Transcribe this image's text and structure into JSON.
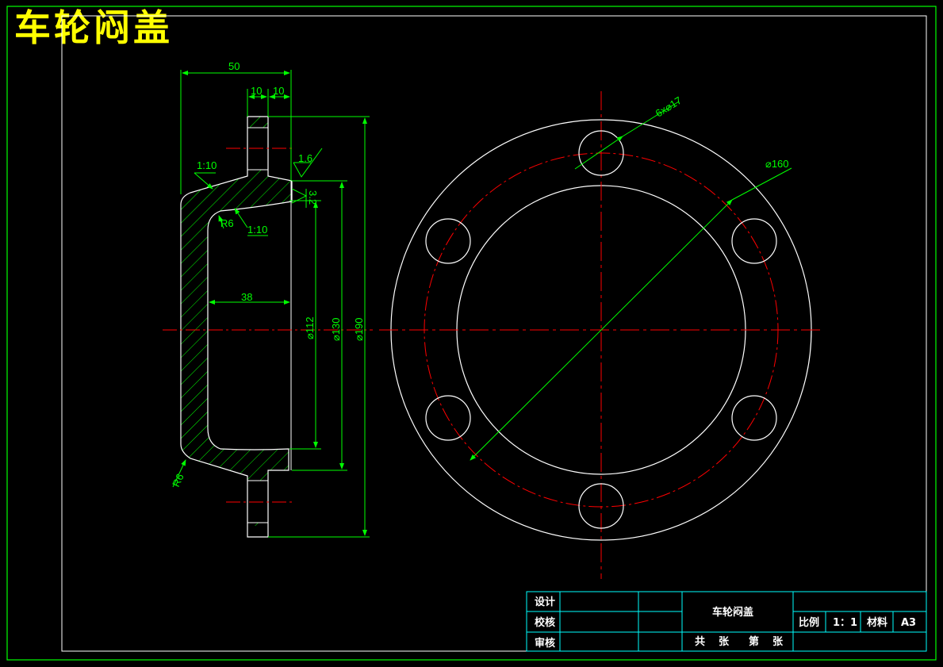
{
  "title": "车轮闷盖",
  "colors": {
    "background": "#000000",
    "frame": "#00ff00",
    "object": "#ffffff",
    "dimension": "#00ff00",
    "centerline": "#ff0000",
    "title_text": "#ffff00",
    "title_block": "#00ffff"
  },
  "section_view": {
    "dimensions": {
      "overall_length": "50",
      "flange_thickness_1": "10",
      "flange_thickness_2": "10",
      "inner_depth": "38",
      "bore_dia": "⌀112",
      "spigot_dia": "⌀130",
      "flange_dia": "⌀190",
      "taper_1": "1:10",
      "taper_2": "1:10",
      "fillet_1": "R6",
      "fillet_2": "R6",
      "roughness": "1.6",
      "roughness_2": "3.2"
    }
  },
  "front_view": {
    "hole_callout": "6x⌀17",
    "pitch_circle": "⌀160"
  },
  "title_block": {
    "design": "设计",
    "check": "校核",
    "review": "审核",
    "part_name": "车轮闷盖",
    "total_sheets": "共",
    "sheets_unit_1": "张",
    "sheet_no": "第",
    "sheets_unit_2": "张",
    "scale_label": "比例",
    "scale_value": "1：1",
    "material_label": "材料",
    "material_value": "A3"
  }
}
